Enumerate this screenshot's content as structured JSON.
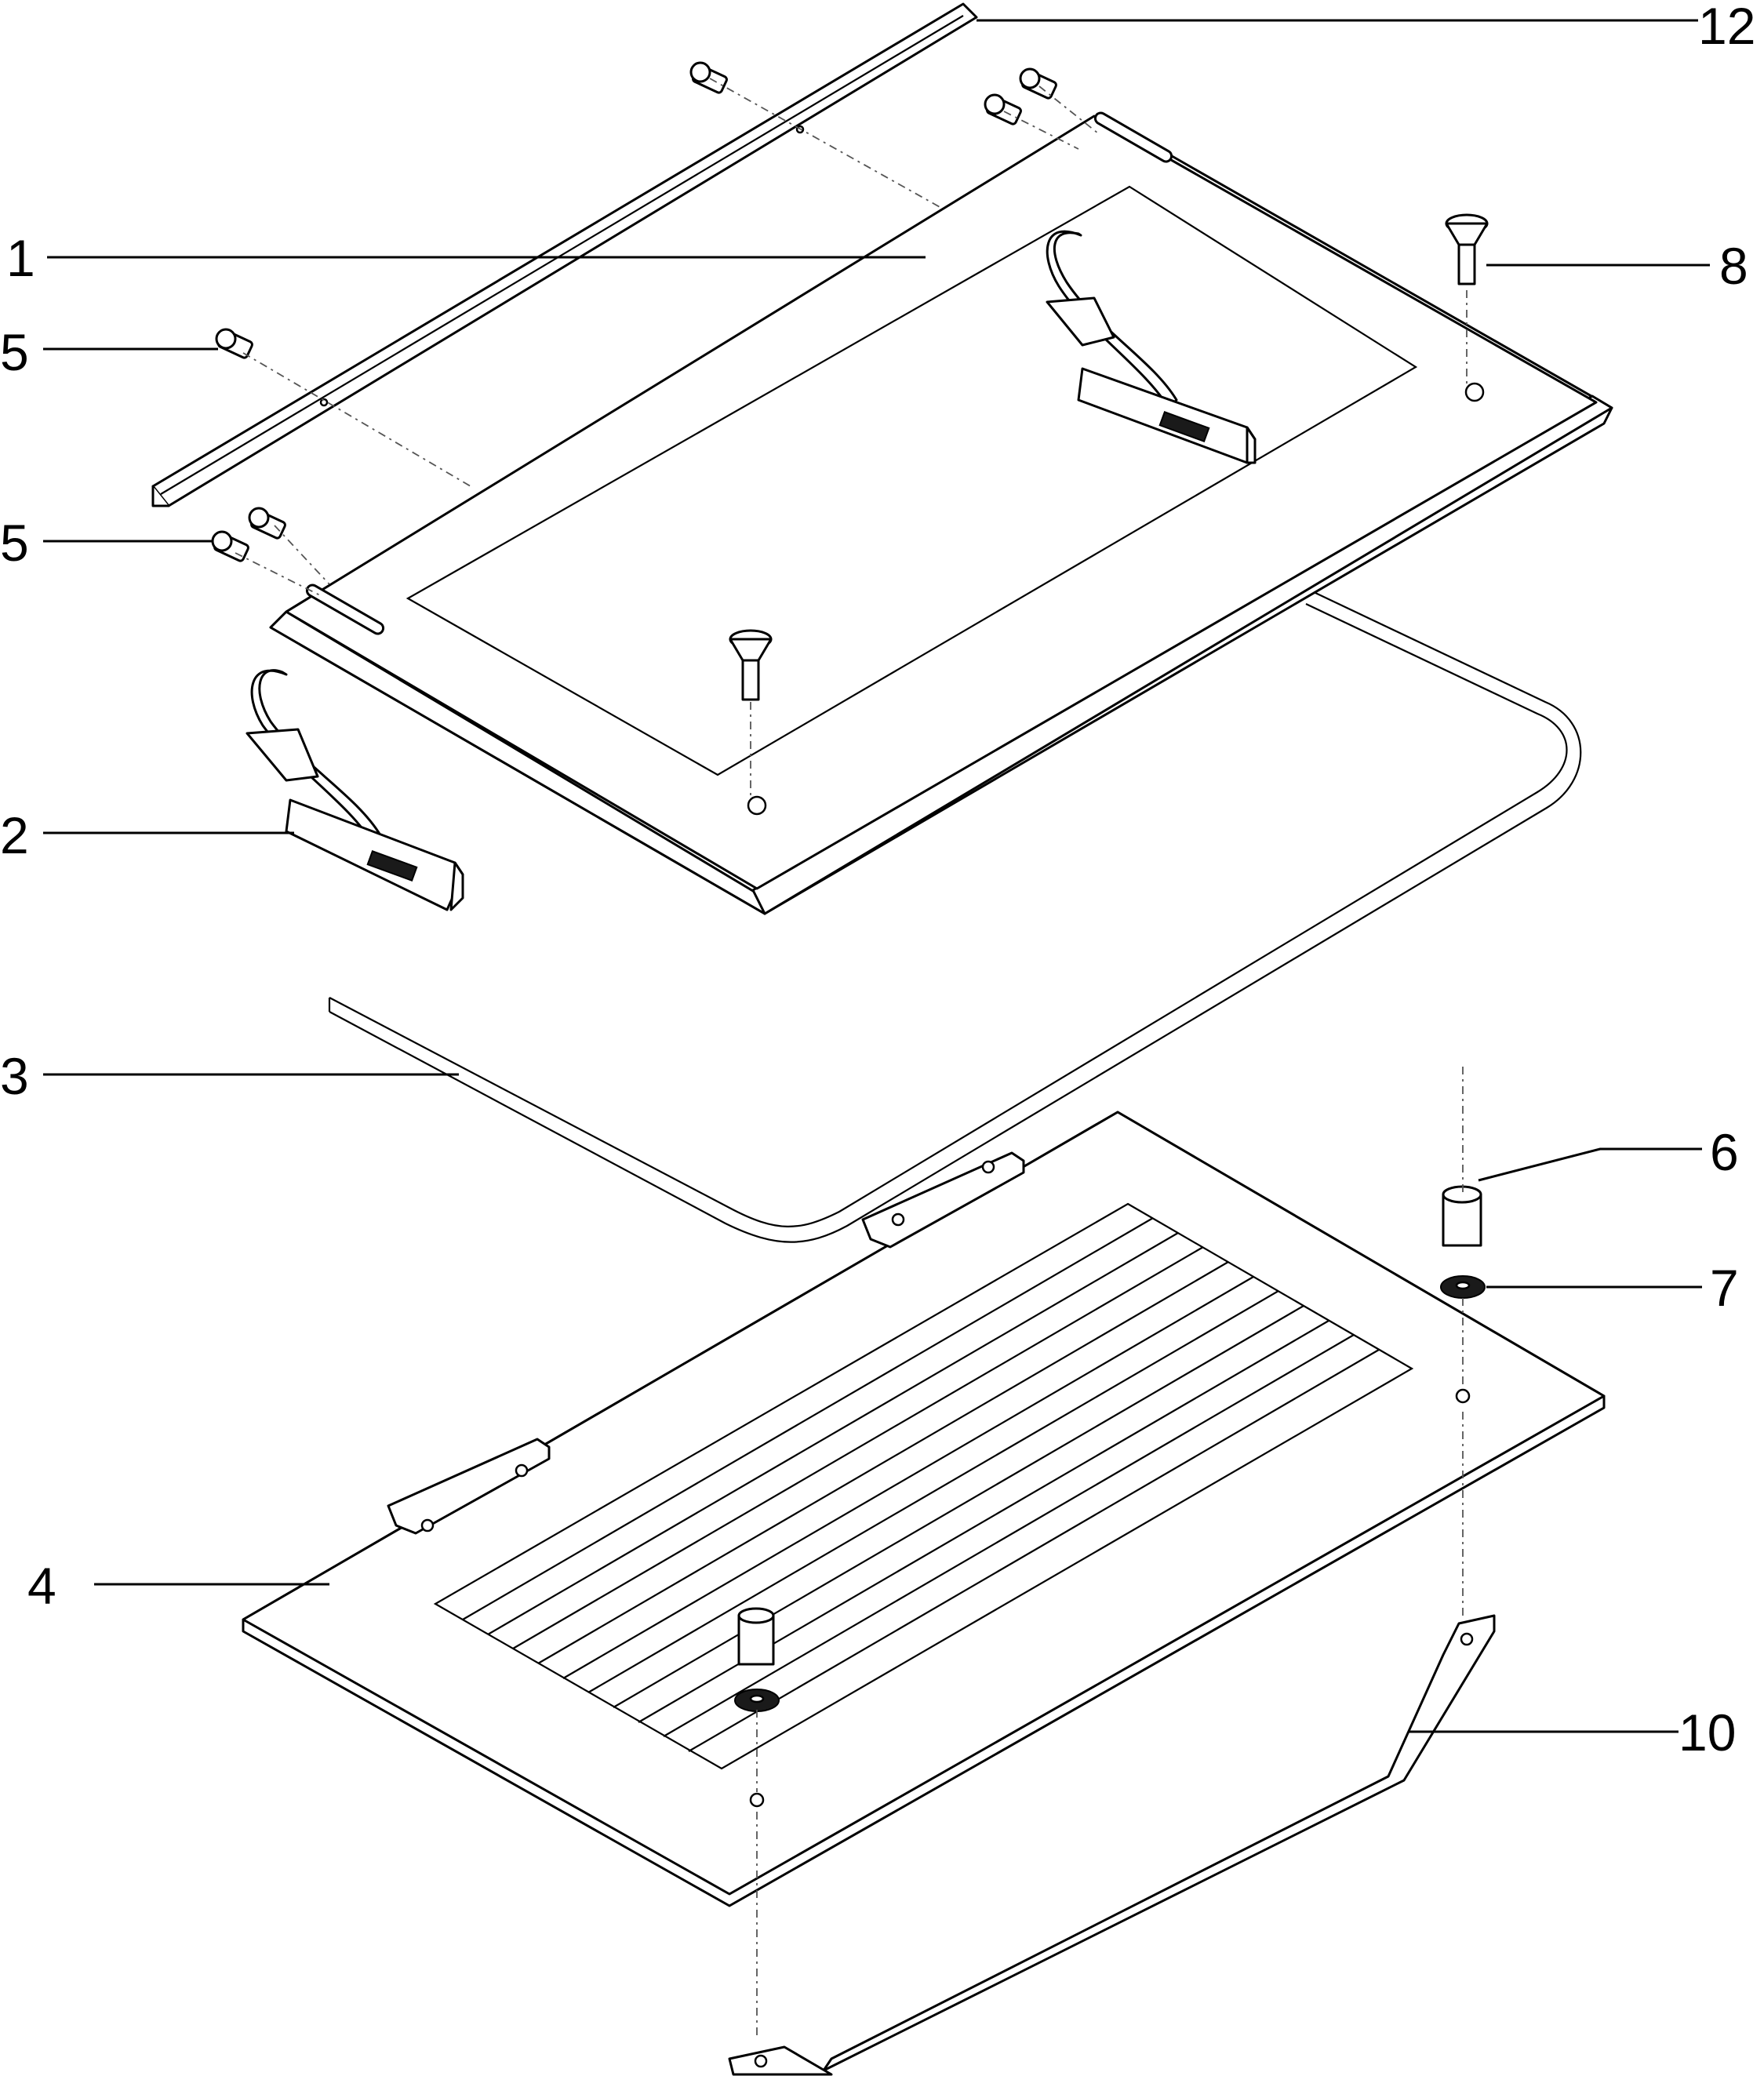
{
  "callouts": {
    "c1": "1",
    "c2": "2",
    "c3": "3",
    "c4": "4",
    "c5a": "5",
    "c5b": "5",
    "c6": "6",
    "c7": "7",
    "c8": "8",
    "c10": "10",
    "c12": "12"
  },
  "colors": {
    "line": "#000000",
    "paper": "#ffffff",
    "centerline": "#555555"
  }
}
